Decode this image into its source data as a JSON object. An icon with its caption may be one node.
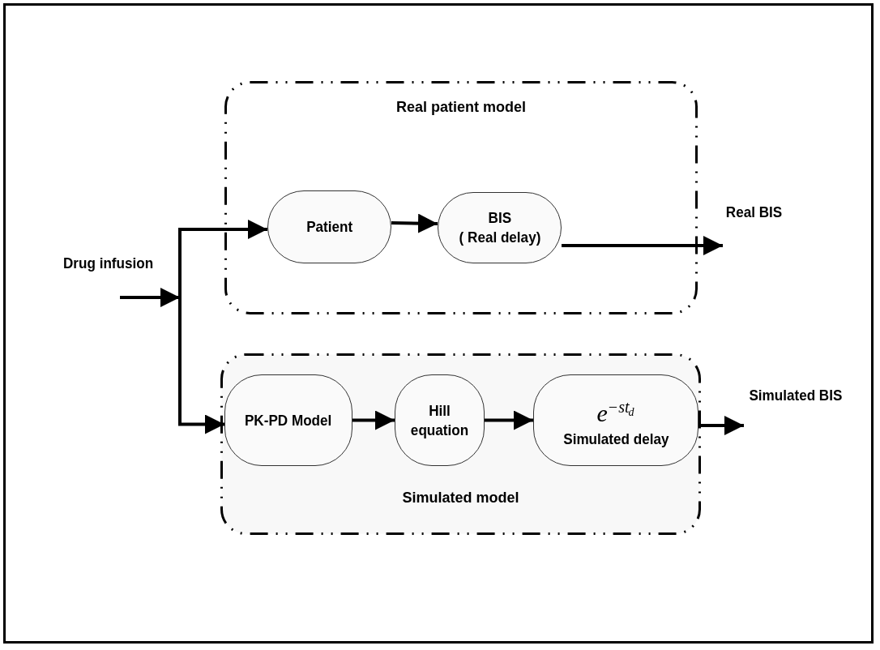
{
  "diagram": {
    "nodes": [
      {
        "text": [
          "Real patient model"
        ]
      },
      {
        "text": [
          "Patient"
        ],
        "in": 0
      },
      {
        "text": [
          "BIS",
          "( Real delay)"
        ],
        "in": 0
      },
      {
        "text": [
          "Simulated model"
        ]
      },
      {
        "text": [
          "PK-PD Model"
        ],
        "in": 3
      },
      {
        "text": [
          "Hill equation"
        ],
        "in": 3
      },
      {
        "text": [
          "e$^{−st}$$_{d}$",
          "Simulated delay"
        ],
        "in": 3
      },
      {
        "text": [
          "Real BIS"
        ]
      },
      {
        "text": [
          "Simulated BIS"
        ]
      }
    ],
    "edges": [
      {
        "from": null,
        "to": 1,
        "arrow": "to"
      },
      {
        "from": null,
        "to": 4,
        "arrow": "to"
      },
      {
        "from": 1,
        "to": 2,
        "arrow": "to"
      },
      {
        "from": 2,
        "to": 7,
        "arrow": "to"
      },
      {
        "from": 4,
        "to": 5,
        "arrow": "to"
      },
      {
        "from": 5,
        "to": 6,
        "arrow": "to"
      },
      {
        "from": 6,
        "to": 8,
        "arrow": "to"
      }
    ],
    "labels": [
      "Drug infusion"
    ]
  }
}
